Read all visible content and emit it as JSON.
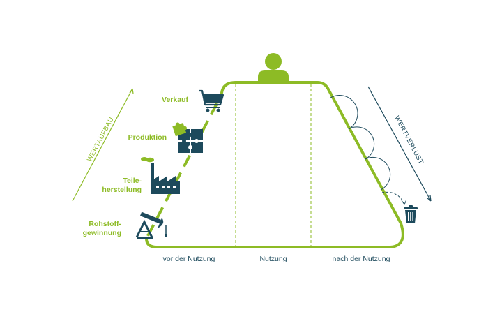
{
  "colors": {
    "green": "#8dbb25",
    "dark": "#1d4a5c",
    "light_green": "#b6d36b"
  },
  "stages_up": {
    "verkauf": "Verkauf",
    "produktion": "Produktion",
    "teile_line1": "Teile-",
    "teile_line2": "herstellung",
    "rohstoff_line1": "Rohstoff-",
    "rohstoff_line2": "gewinnung"
  },
  "phases": {
    "before": "vor der Nutzung",
    "use": "Nutzung",
    "after": "nach der Nutzung"
  },
  "arrows": {
    "value_gain": "WERTAUFBAU",
    "value_loss": "WERTVERLUST"
  },
  "icons": {
    "cart": "shopping-cart-icon",
    "puzzle": "puzzle-icon",
    "factory": "factory-icon",
    "pump": "oil-pump-icon",
    "person": "person-icon",
    "trash": "trash-bin-icon"
  }
}
